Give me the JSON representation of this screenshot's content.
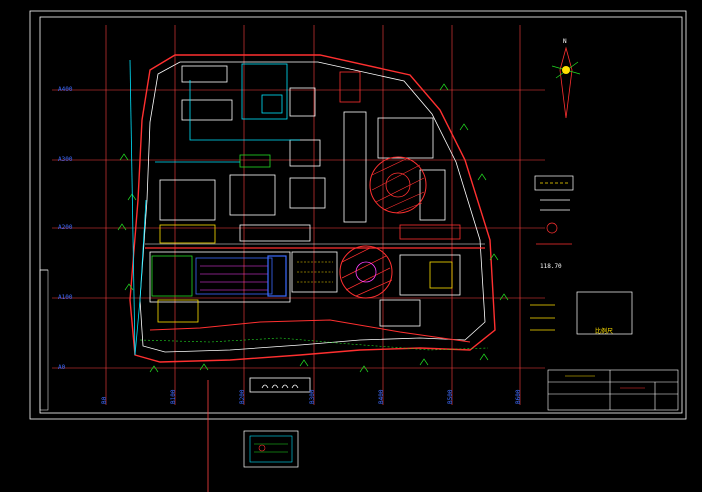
{
  "drawing": {
    "north_label": "N",
    "grid_row_labels": [
      "A400",
      "A300",
      "A200",
      "A100",
      "A0"
    ],
    "grid_col_labels": [
      "B0",
      "B100",
      "B200",
      "B300",
      "B400",
      "B500",
      "B600"
    ],
    "elevation_note": "118.70",
    "legend_note": "比例尺",
    "colors": {
      "frame": "#ffffff",
      "grid": "#ff4040",
      "road": "#ff3030",
      "building": "#ffffff",
      "cyan": "#00e5ff",
      "green": "#22dd22",
      "yellow": "#ffe000",
      "magenta": "#ff40ff",
      "blue": "#3d6bff"
    },
    "icons": [
      "north-arrow-icon",
      "hatched-circle-icon"
    ]
  }
}
